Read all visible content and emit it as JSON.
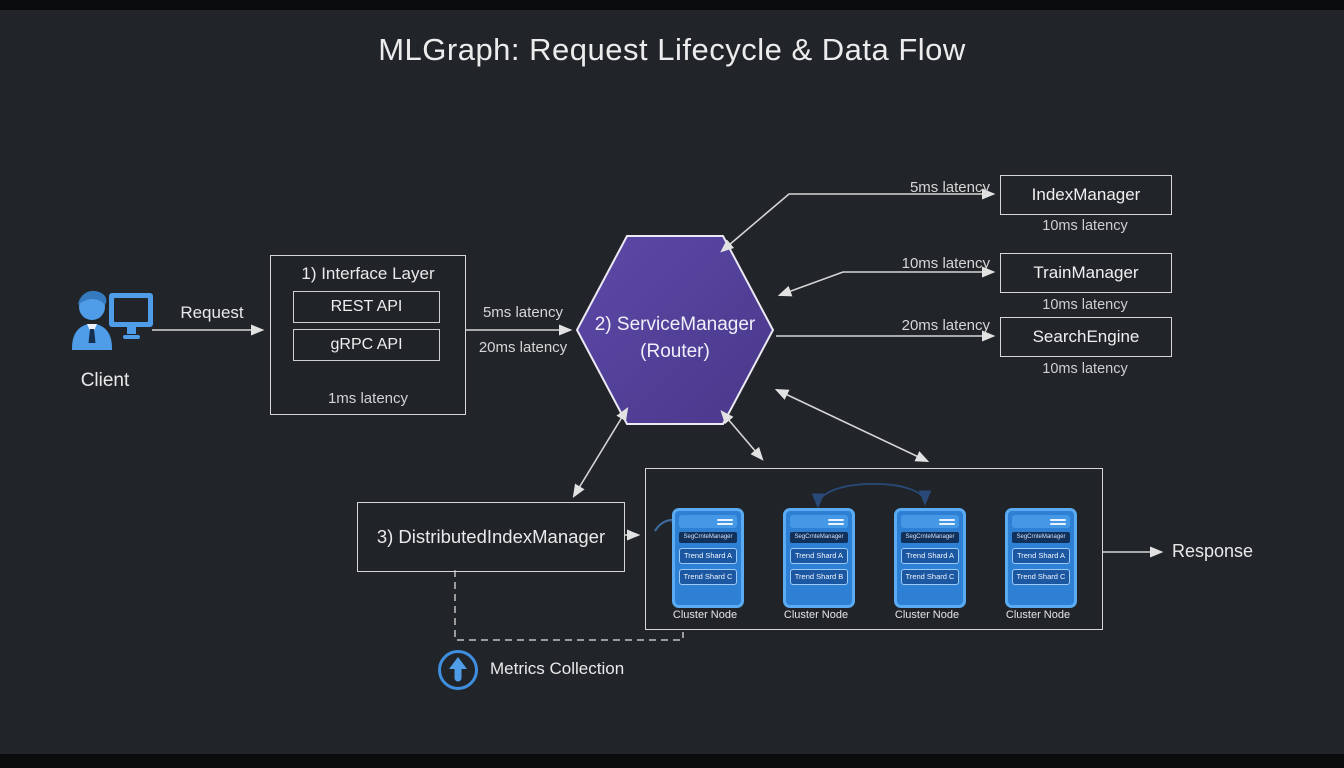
{
  "title": "MLGraph: Request Lifecycle & Data Flow",
  "client": {
    "label": "Client"
  },
  "request_label": "Request",
  "response_label": "Response",
  "interface_layer": {
    "title": "1) Interface Layer",
    "apis": [
      {
        "label": "REST API"
      },
      {
        "label": "gRPC API"
      }
    ],
    "latency": "1ms latency",
    "to_router_latency_top": "5ms latency",
    "to_router_latency_bottom": "20ms latency"
  },
  "router": {
    "name": "2) ServiceManager",
    "subtitle": "(Router)"
  },
  "services": [
    {
      "name": "IndexManager",
      "arrow_latency": "5ms latency",
      "latency": "10ms latency"
    },
    {
      "name": "TrainManager",
      "arrow_latency": "10ms latency",
      "latency": "10ms latency"
    },
    {
      "name": "SearchEngine",
      "arrow_latency": "20ms latency",
      "latency": "10ms latency"
    }
  ],
  "distributed_index_manager": {
    "title": "3) DistributedIndexManager"
  },
  "cluster": {
    "node_label": "Cluster Node",
    "nodes": [
      {
        "module": "SegCrnteManager",
        "shards": [
          "Trend Shard A",
          "Trend Shard C"
        ]
      },
      {
        "module": "SegCrnteManager",
        "shards": [
          "Trend Shard A",
          "Trend Shard B"
        ]
      },
      {
        "module": "SegCrnteManager",
        "shards": [
          "Trend Shard A",
          "Trend Shard C"
        ]
      },
      {
        "module": "SegCrnteManager",
        "shards": [
          "Trend Shard A",
          "Trend Shard C"
        ]
      }
    ]
  },
  "metrics": {
    "label": "Metrics Collection"
  },
  "colors": {
    "background": "#212429",
    "accent_blue": "#4f9ce8",
    "router_purple": "#53419b",
    "node_fill": "#2e80d4",
    "node_border": "#5aabf2",
    "arrow": "#d6d6d6",
    "arc_navy": "#2c5694"
  }
}
